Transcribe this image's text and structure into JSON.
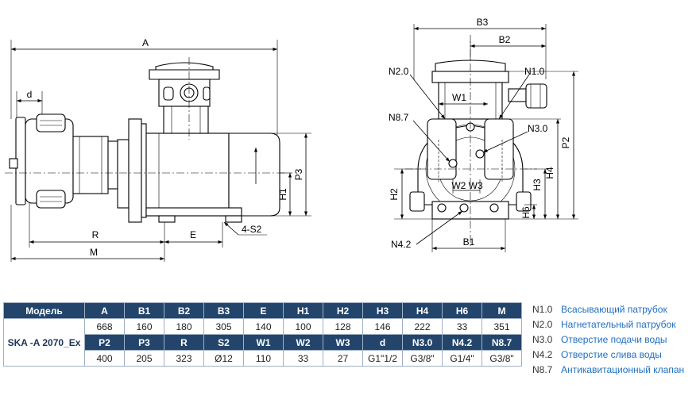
{
  "drawing": {
    "side_view_labels": {
      "A": "A",
      "d": "d",
      "R": "R",
      "E": "E",
      "M": "M",
      "S2": "4-S2",
      "P3": "P3",
      "H1": "H1"
    },
    "front_view_labels": {
      "B3": "B3",
      "B2": "B2",
      "N2": "N2.0",
      "N1": "N1.0",
      "W1": "W1",
      "N87": "N8.7",
      "N3": "N3.0",
      "P2": "P2",
      "H4": "H4",
      "H3": "H3",
      "H2": "H2",
      "W2W3": "W2 W3",
      "H6": "H6",
      "N42": "N4.2",
      "B1": "B1"
    }
  },
  "table": {
    "model_header": "Модель",
    "model_name": "SKA -A 2070_Ex",
    "header1": [
      "A",
      "B1",
      "B2",
      "B3",
      "E",
      "H1",
      "H2",
      "H3",
      "H4",
      "H6",
      "M"
    ],
    "values1": [
      "668",
      "160",
      "180",
      "305",
      "140",
      "100",
      "128",
      "146",
      "222",
      "33",
      "351"
    ],
    "header2": [
      "P2",
      "P3",
      "R",
      "S2",
      "W1",
      "W2",
      "W3",
      "d",
      "N3.0",
      "N4.2",
      "N8.7"
    ],
    "values2": [
      "400",
      "205",
      "323",
      "Ø12",
      "110",
      "33",
      "27",
      "G1\"1/2",
      "G3/8\"",
      "G1/4\"",
      "G3/8\""
    ]
  },
  "legend": [
    {
      "code": "N1.0",
      "desc": "Всасывающий патрубок"
    },
    {
      "code": "N2.0",
      "desc": "Нагнетательный патрубок"
    },
    {
      "code": "N3.0",
      "desc": "Отверстие подачи воды"
    },
    {
      "code": "N4.2",
      "desc": "Отверстие слива воды"
    },
    {
      "code": "N8.7",
      "desc": "Антикавитационный клапан"
    }
  ],
  "colors": {
    "header_bg": "#23456b",
    "header_text": "#ffffff",
    "legend_text": "#1f6fbf",
    "model_text": "#1c3557"
  }
}
